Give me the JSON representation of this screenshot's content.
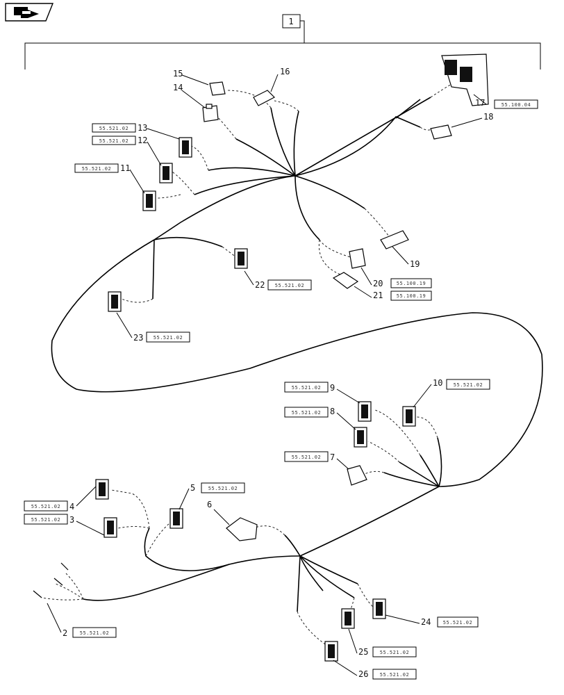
{
  "nav": {
    "icon": "next-page-arrow-icon"
  },
  "assembly_label": "1",
  "callouts": [
    {
      "id": "c15",
      "num": "15",
      "ref": ""
    },
    {
      "id": "c16",
      "num": "16",
      "ref": ""
    },
    {
      "id": "c14",
      "num": "14",
      "ref": ""
    },
    {
      "id": "c17",
      "num": "17",
      "ref": "55.100.04"
    },
    {
      "id": "c18",
      "num": "18",
      "ref": ""
    },
    {
      "id": "c13",
      "num": "13",
      "ref": "55.521.02"
    },
    {
      "id": "c12",
      "num": "12",
      "ref": "55.521.02"
    },
    {
      "id": "c11",
      "num": "11",
      "ref": "55.521.02"
    },
    {
      "id": "c19",
      "num": "19",
      "ref": ""
    },
    {
      "id": "c22",
      "num": "22",
      "ref": "55.521.02"
    },
    {
      "id": "c20",
      "num": "20",
      "ref": "55.100.19"
    },
    {
      "id": "c21",
      "num": "21",
      "ref": "55.100.19"
    },
    {
      "id": "c23",
      "num": "23",
      "ref": "55.521.02"
    },
    {
      "id": "c9",
      "num": "9",
      "ref": "55.521.02"
    },
    {
      "id": "c10",
      "num": "10",
      "ref": "55.521.02"
    },
    {
      "id": "c8",
      "num": "8",
      "ref": "55.521.02"
    },
    {
      "id": "c7",
      "num": "7",
      "ref": "55.521.02"
    },
    {
      "id": "c5",
      "num": "5",
      "ref": "55.521.02"
    },
    {
      "id": "c4",
      "num": "4",
      "ref": "55.521.02"
    },
    {
      "id": "c3",
      "num": "3",
      "ref": "55.521.02"
    },
    {
      "id": "c6",
      "num": "6",
      "ref": ""
    },
    {
      "id": "c24",
      "num": "24",
      "ref": "55.521.02"
    },
    {
      "id": "c25",
      "num": "25",
      "ref": "55.521.02"
    },
    {
      "id": "c26",
      "num": "26",
      "ref": "55.521.02"
    },
    {
      "id": "c2",
      "num": "2",
      "ref": "55.521.02"
    }
  ]
}
